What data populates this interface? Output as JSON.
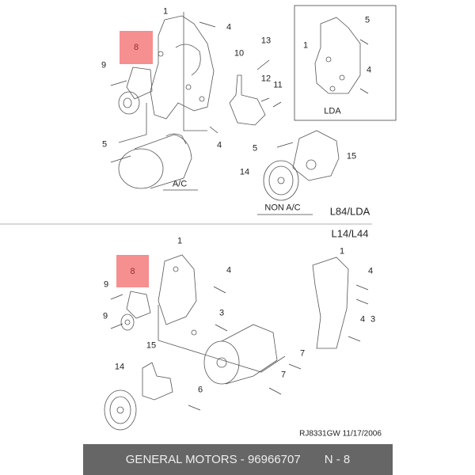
{
  "upper_section": {
    "variant_label": "L84/LDA",
    "callouts": [
      "1",
      "4",
      "9",
      "13",
      "10",
      "12",
      "11",
      "4",
      "5",
      "5",
      "15",
      "14"
    ],
    "highlighted_part": "8",
    "subgroups": {
      "ac": "A/C",
      "non_ac": "NON A/C"
    },
    "inset": {
      "title": "LDA",
      "callouts": [
        "5",
        "1",
        "4"
      ]
    }
  },
  "lower_section": {
    "variant_label": "L14/L44",
    "callouts": [
      "1",
      "9",
      "9",
      "4",
      "3",
      "15",
      "14",
      "7",
      "7",
      "6",
      "1",
      "4",
      "3",
      "4"
    ],
    "highlighted_part": "8"
  },
  "drawing_code": "RJ8331GW  11/17/2006",
  "footer": {
    "brand_part": "GENERAL MOTORS - 96966707",
    "page": "N - 8"
  },
  "colors": {
    "highlight": "#f48384",
    "footer_bg": "#666666"
  }
}
